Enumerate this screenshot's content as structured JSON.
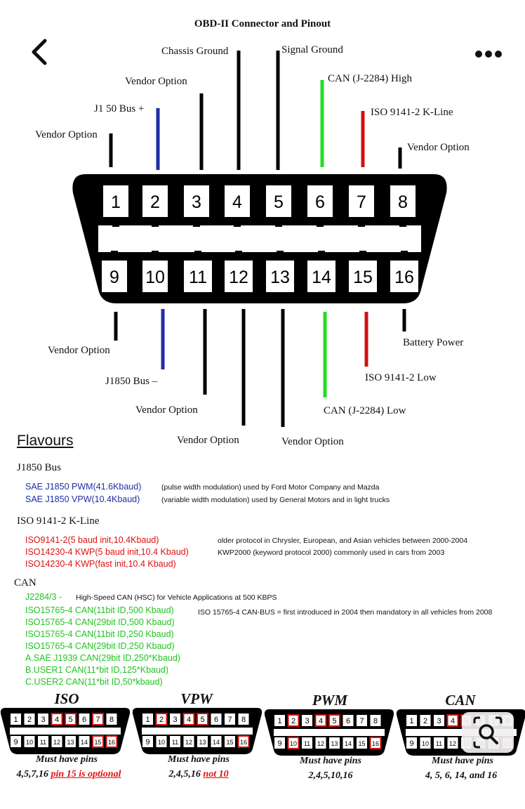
{
  "title": "OBD-II Connector and Pinout",
  "top_pins": [
    "1",
    "2",
    "3",
    "4",
    "5",
    "6",
    "7",
    "8"
  ],
  "bottom_pins": [
    "9",
    "10",
    "11",
    "12",
    "13",
    "14",
    "15",
    "16"
  ],
  "labels": {
    "p1": "Vendor Option",
    "p2": "J1  50 Bus +",
    "p3": "Vendor Option",
    "p4": "Chassis Ground",
    "p5": "Signal Ground",
    "p6": "CAN (J-2284) High",
    "p7": "ISO 9141-2 K-Line",
    "p8": "Vendor Option",
    "p9": "Vendor Option",
    "p10": "J1850 Bus –",
    "p11": "Vendor Option",
    "p12": "Vendor Option",
    "p13": "Vendor Option",
    "p14": "CAN (J-2284) Low",
    "p15": "ISO 9141-2 Low",
    "p16": "Battery Power"
  },
  "colors": {
    "blue": "#1f2fa5",
    "red": "#d11111",
    "green": "#22dd22",
    "black": "#000000",
    "mini_highlight": "#d11111"
  },
  "flavours": {
    "title": "Flavours",
    "j1850": {
      "heading": "J1850 Bus",
      "items": [
        {
          "name": "SAE J1850 PWM(41.6Kbaud)",
          "desc": "(pulse width modulation)  used by Ford Motor Company and Mazda"
        },
        {
          "name": "SAE J1850 VPW(10.4Kbaud)",
          "desc": "(variable width modulation) used by General Motors and in light trucks"
        }
      ]
    },
    "iso": {
      "heading": "ISO 9141-2 K-Line",
      "items": [
        {
          "name": "ISO9141-2(5 baud init,10.4Kbaud)",
          "desc": "older protocol in Chrysler, European, and Asian vehicles between 2000-2004"
        },
        {
          "name": "ISO14230-4 KWP(5 baud init,10.4 Kbaud)",
          "desc": "KWP2000 (keyword protocol 2000) commonly used in cars from 2003"
        },
        {
          "name": "ISO14230-4 KWP(fast init,10.4 Kbaud)",
          "desc": ""
        }
      ]
    },
    "can": {
      "heading": "CAN",
      "items": [
        "J2284/3  -",
        "ISO15765-4 CAN(11bit ID,500 Kbaud)",
        "ISO15765-4 CAN(29bit ID,500 Kbaud)",
        "ISO15765-4 CAN(11bit ID,250 Kbaud)",
        "ISO15765-4 CAN(29bit ID,250 Kbaud)",
        "A.SAE J1939 CAN(29bit ID,250*Kbaud)",
        "B.USER1 CAN(11*bit ID,125*Kbaud)",
        "C.USER2 CAN(11*bit ID,50*kbaud)"
      ],
      "j2284_desc": "High-Speed CAN (HSC) for Vehicle Applications at 500 KBPS",
      "side_desc": "ISO 15765-4 CAN-BUS = first introduced in 2004 then mandatory in all vehicles from 2008"
    }
  },
  "mini": [
    {
      "title": "ISO",
      "must": "Must have pins",
      "pins": "4,5,7,16",
      "note": "pin 15 is optional",
      "highlight": [
        4,
        5,
        7,
        16,
        15
      ]
    },
    {
      "title": "VPW",
      "must": "Must have pins",
      "pins": "2,4,5,16",
      "note": "not 10",
      "highlight": [
        2,
        4,
        5,
        16
      ]
    },
    {
      "title": "PWM",
      "must": "Must have pins",
      "pins": "2,4,5,10,16",
      "note": "",
      "highlight": [
        2,
        4,
        5,
        10,
        16
      ]
    },
    {
      "title": "CAN",
      "must": "Must have pins",
      "pins": "4, 5, 6, 14, and 16",
      "note": "",
      "highlight": [
        4,
        5,
        6,
        14,
        16
      ]
    }
  ],
  "icons": {
    "back": "chevron-left-icon",
    "more": "more-dots-icon",
    "lens": "lens-search-icon"
  }
}
